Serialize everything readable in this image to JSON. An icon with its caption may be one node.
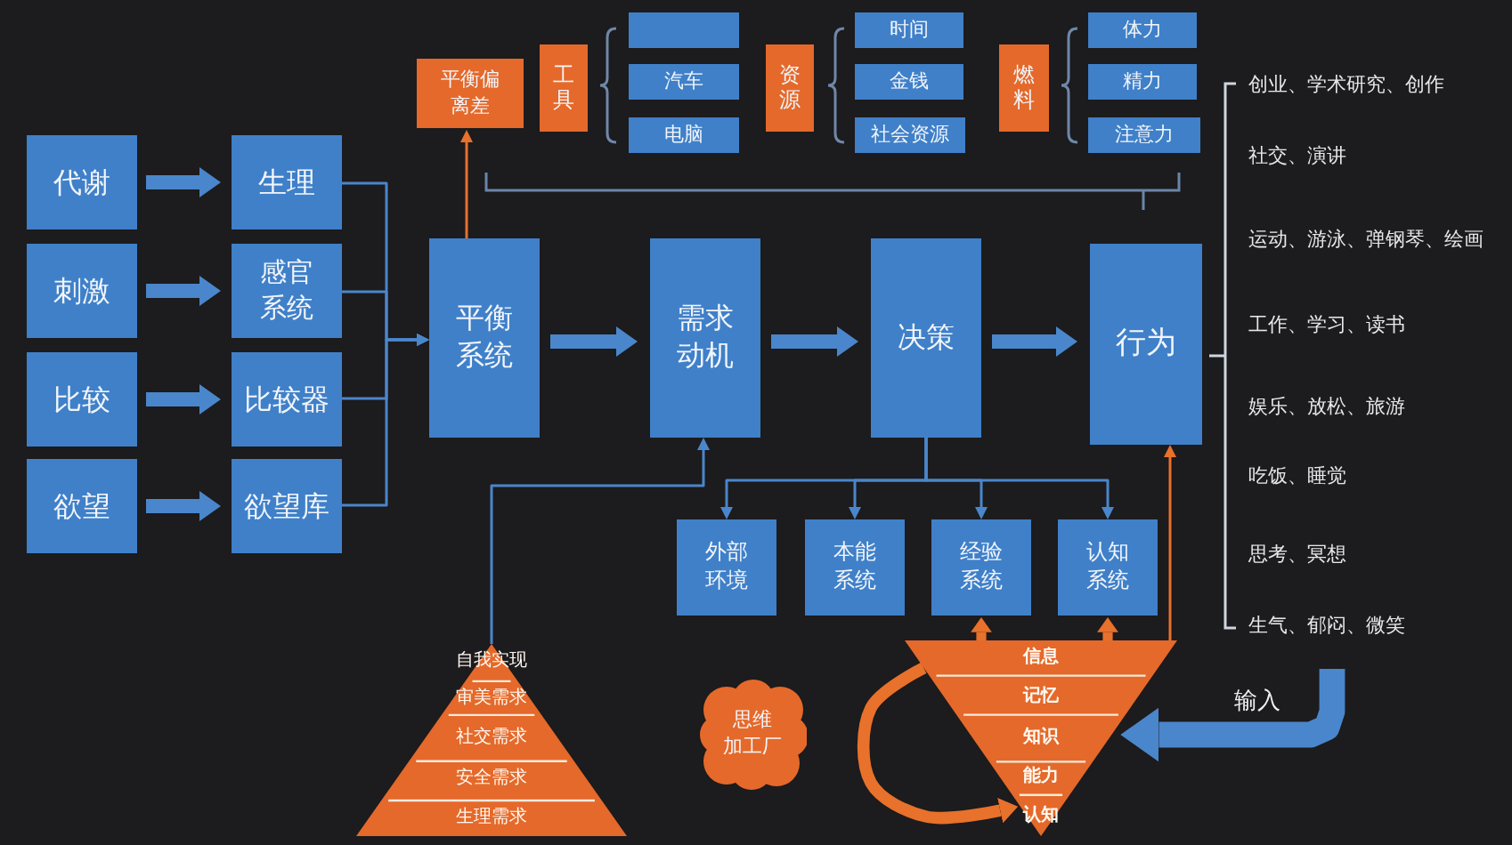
{
  "diagram": {
    "nodes": [
      {
        "text": [
          "平衡偏离差"
        ]
      },
      {
        "text": [
          "工具"
        ]
      },
      {
        "text": [],
        "shape": "box"
      },
      {
        "text": [
          "汽车"
        ]
      },
      {
        "text": [
          "电脑"
        ]
      },
      {
        "text": [
          "资源"
        ]
      },
      {
        "text": [
          "时间"
        ]
      },
      {
        "text": [
          "金钱"
        ]
      },
      {
        "text": [
          "社会资源"
        ]
      },
      {
        "text": [
          "燃料"
        ]
      },
      {
        "text": [
          "体力"
        ]
      },
      {
        "text": [
          "精力"
        ]
      },
      {
        "text": [
          "注意力"
        ]
      },
      {
        "text": [
          "代谢"
        ]
      },
      {
        "text": [
          "生理"
        ]
      },
      {
        "text": [
          "刺激"
        ]
      },
      {
        "text": [
          "感官系统"
        ]
      },
      {
        "text": [
          "比较"
        ]
      },
      {
        "text": [
          "比较器"
        ]
      },
      {
        "text": [
          "欲望"
        ]
      },
      {
        "text": [
          "欲望库"
        ]
      },
      {
        "text": [
          "平衡系统"
        ]
      },
      {
        "text": [
          "需求动机"
        ]
      },
      {
        "text": [
          "决策"
        ]
      },
      {
        "text": [
          "行为"
        ]
      },
      {
        "text": [
          "外部环境"
        ]
      },
      {
        "text": [
          "本能系统"
        ]
      },
      {
        "text": [
          "经验系统"
        ]
      },
      {
        "text": [
          "认知系统"
        ]
      },
      {
        "text": [
          "自我实现",
          "审美需求",
          "社交需求",
          "安全需求",
          "生理需求"
        ]
      },
      {
        "text": [
          "信息",
          "记忆",
          "知识",
          "能力",
          "认知"
        ]
      },
      {
        "text": [
          "思维加工厂"
        ]
      }
    ],
    "edges": [
      {
        "from": 13,
        "to": 14,
        "arrow": "to",
        "style": "thick"
      },
      {
        "from": 15,
        "to": 16,
        "arrow": "to",
        "style": "thick"
      },
      {
        "from": 17,
        "to": 18,
        "arrow": "to",
        "style": "thick"
      },
      {
        "from": 19,
        "to": 20,
        "arrow": "to",
        "style": "thick"
      },
      {
        "from": 14,
        "to": 21,
        "arrow": "to"
      },
      {
        "from": 16,
        "to": 21,
        "arrow": "to"
      },
      {
        "from": 18,
        "to": 21,
        "arrow": "to"
      },
      {
        "from": 20,
        "to": 21,
        "arrow": "to"
      },
      {
        "from": 21,
        "to": 22,
        "arrow": "to",
        "style": "thick"
      },
      {
        "from": 22,
        "to": 23,
        "arrow": "to",
        "style": "thick"
      },
      {
        "from": 23,
        "to": 24,
        "arrow": "to",
        "style": "thick"
      },
      {
        "from": 21,
        "to": 0,
        "arrow": "to",
        "color": "#e8712b"
      },
      {
        "from": 23,
        "to": 25,
        "arrow": "to"
      },
      {
        "from": 23,
        "to": 26,
        "arrow": "to"
      },
      {
        "from": 23,
        "to": 27,
        "arrow": "to"
      },
      {
        "from": 23,
        "to": 28,
        "arrow": "to"
      },
      {
        "from": 29,
        "to": 22,
        "arrow": "to"
      },
      {
        "from": 30,
        "to": 24,
        "arrow": "to",
        "color": "#e8712b"
      },
      {
        "from": 30,
        "to": 27,
        "arrow": "to",
        "style": "thick",
        "color": "#e8712b"
      },
      {
        "from": 30,
        "to": 28,
        "arrow": "to",
        "style": "thick",
        "color": "#e8712b"
      },
      {
        "from": 30,
        "to": 30,
        "arrow": "to",
        "style": "thick",
        "color": "#e8712b"
      },
      {
        "from": null,
        "to": 30,
        "arrow": "to",
        "label": "输入",
        "style": "thick"
      }
    ],
    "labels": [
      "创业、学术研究、创作",
      "社交、演讲",
      "运动、游泳、弹钢琴、绘画",
      "工作、学习、读书",
      "娱乐、放松、旅游",
      "吃饭、睡觉",
      "思考、冥想",
      "生气、郁闷、微笑"
    ]
  }
}
